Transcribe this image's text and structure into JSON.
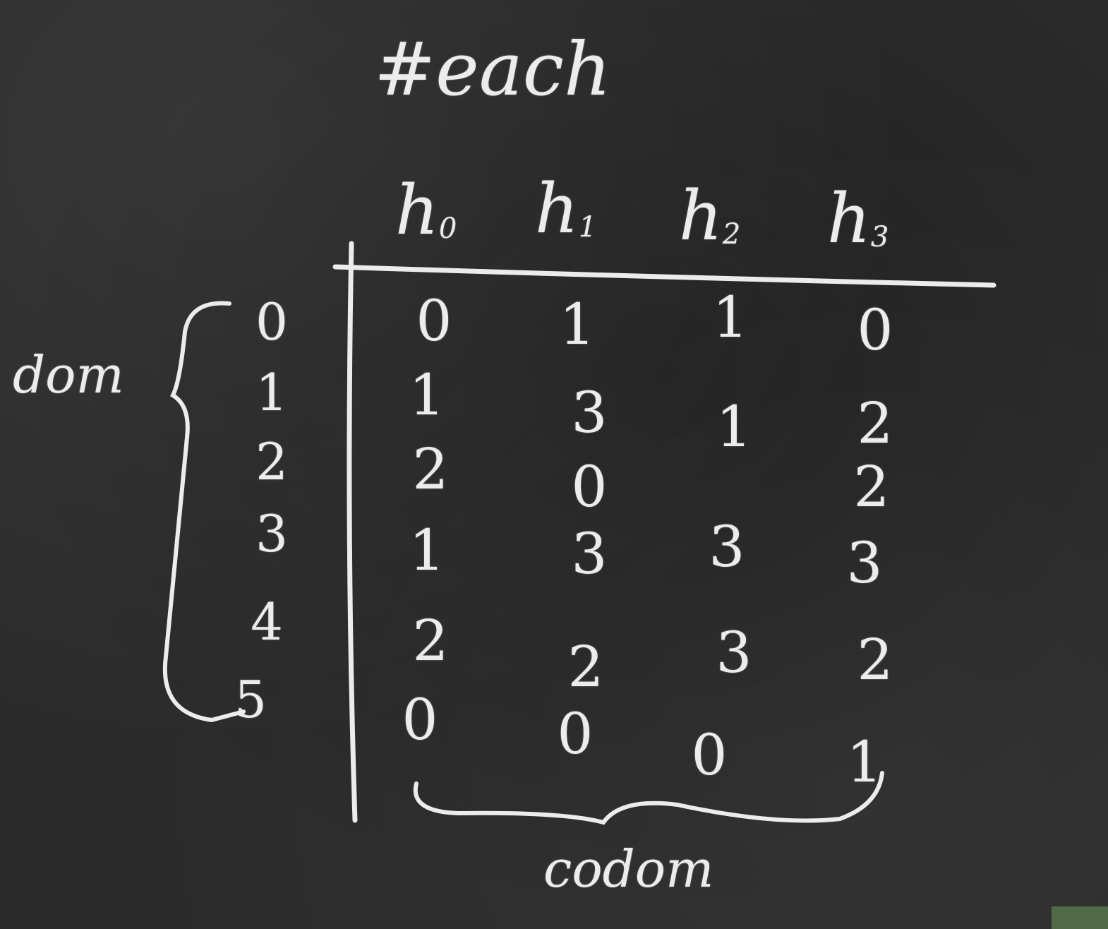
{
  "title": "#each",
  "side_label": "dom",
  "bottom_label": "codom",
  "columns": [
    {
      "name": "h",
      "sub": "0"
    },
    {
      "name": "h",
      "sub": "1"
    },
    {
      "name": "h",
      "sub": "2"
    },
    {
      "name": "h",
      "sub": "3"
    }
  ],
  "rows": [
    "0",
    "1",
    "2",
    "3",
    "4",
    "5"
  ],
  "cells": [
    [
      "0",
      "1",
      "1",
      "0"
    ],
    [
      "1",
      "3",
      "1",
      "2"
    ],
    [
      "2",
      "0",
      "",
      "2"
    ],
    [
      "1",
      "3",
      "3",
      "3"
    ],
    [
      "2",
      "2",
      "3",
      "2"
    ],
    [
      "0",
      "0",
      "0",
      "1"
    ]
  ],
  "colors": {
    "board": "#2b2b2b",
    "chalk": "#ececec"
  }
}
